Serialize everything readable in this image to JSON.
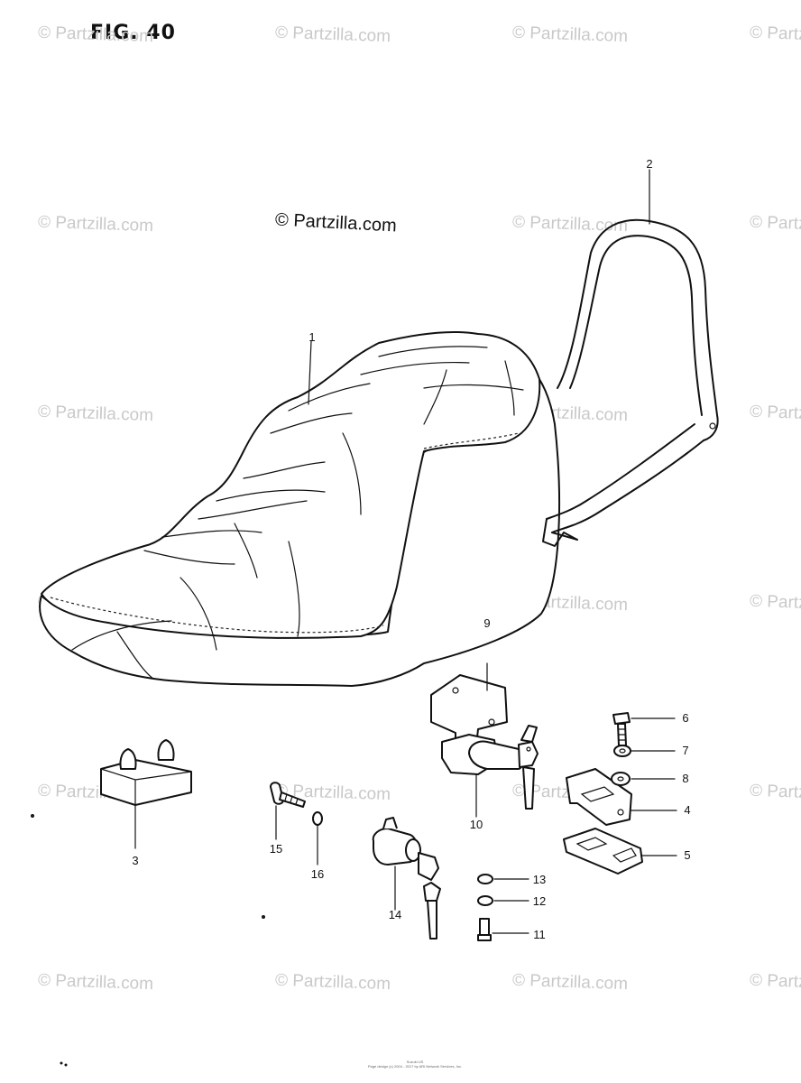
{
  "figure": {
    "title": "FIG. 40"
  },
  "watermark": {
    "text": "© Partzilla.com"
  },
  "callouts": [
    "1",
    "2",
    "3",
    "4",
    "5",
    "6",
    "7",
    "8",
    "9",
    "10",
    "11",
    "12",
    "13",
    "14",
    "15",
    "16"
  ],
  "footer": {
    "line1": "Suzuki US",
    "line2": "Page design (c) 2004 - 2017 by ARI Network Services, Inc."
  },
  "colors": {
    "ink": "#111111",
    "watermark": "#c9c9c9",
    "background": "#ffffff"
  }
}
